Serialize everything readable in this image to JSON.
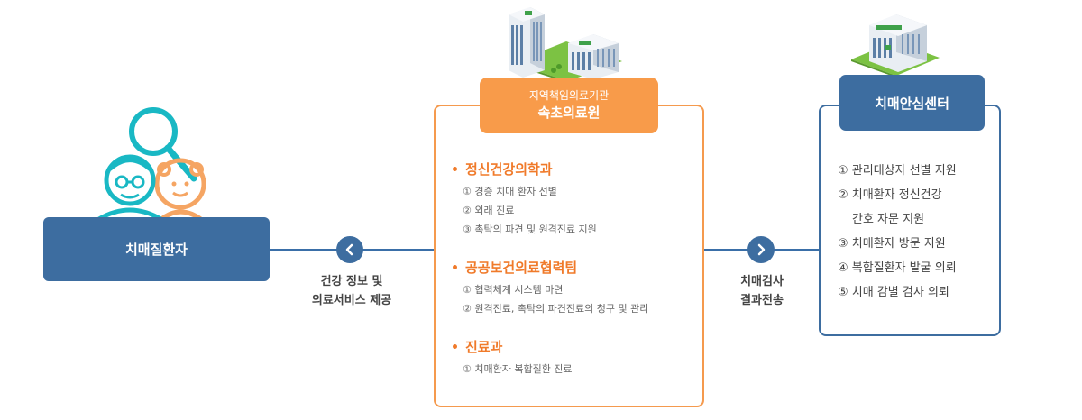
{
  "patient": {
    "label": "치매질환자"
  },
  "left_link": {
    "line1": "건강 정보 및",
    "line2": "의료서비스 제공"
  },
  "right_link": {
    "line1": "치매검사",
    "line2": "결과전송"
  },
  "hospital": {
    "subtitle": "지역책임의료기관",
    "title": "속초의료원",
    "sections": [
      {
        "title": "정신건강의학과",
        "items": [
          "① 경증 치매 환자 선별",
          "② 외래 진료",
          "③ 촉탁의 파견 및 원격진료 지원"
        ]
      },
      {
        "title": "공공보건의료협력팀",
        "items": [
          "① 협력체계 시스템 마련",
          "② 원격진료, 촉탁의 파견진료의 청구 및 관리"
        ]
      },
      {
        "title": "진료과",
        "items": [
          "① 치매환자 복합질환 진료"
        ]
      }
    ]
  },
  "center": {
    "title": "치매안심센터",
    "items": [
      "① 관리대상자 선별 지원",
      "② 치매환자 정신건강",
      "간호 자문 지원",
      "③ 치매환자 방문 지원",
      "④ 복합질환자 발굴 의뢰",
      "⑤ 치매 감별 검사 의뢰"
    ]
  },
  "colors": {
    "blue": "#3d6da0",
    "orange": "#f89b4a",
    "teal": "#19b8c4",
    "peach": "#f5a563"
  }
}
